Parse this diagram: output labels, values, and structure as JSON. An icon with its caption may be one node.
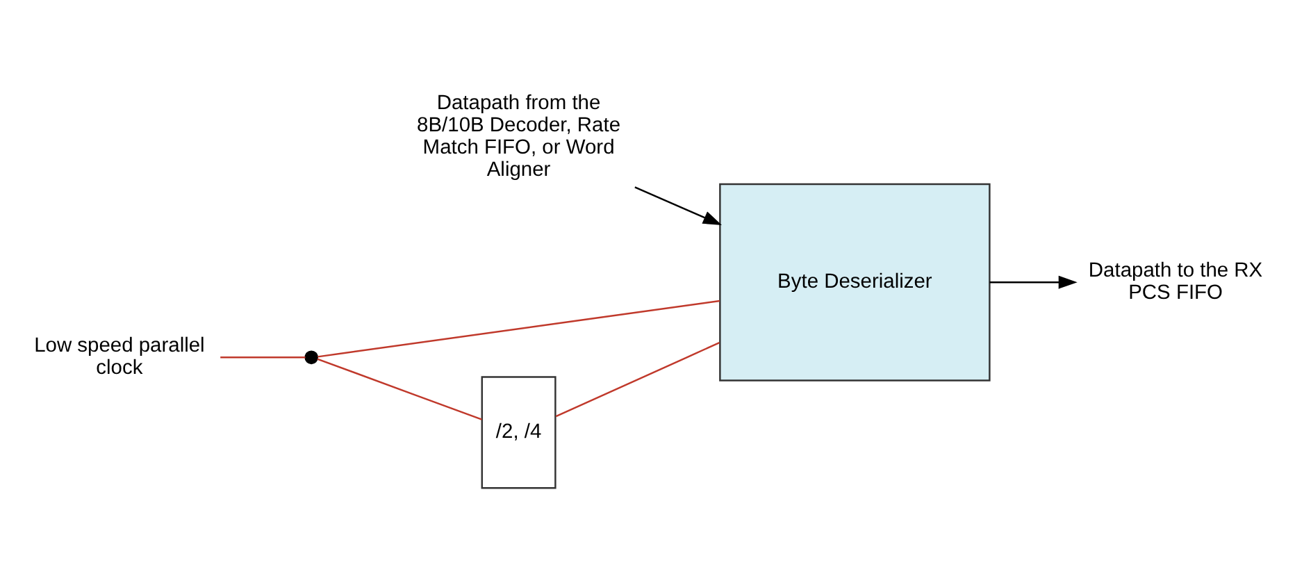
{
  "diagram": {
    "nodes": [
      {
        "text": [
          "Datapath from the 8B/10B Decoder, Rate Match FIFO, or Word Aligner"
        ]
      },
      {
        "text": [
          "Byte Deserializer"
        ]
      },
      {
        "text": [
          "Datapath to the RX PCS FIFO"
        ]
      },
      {
        "text": [
          "Low speed parallel clock"
        ]
      },
      {
        "text": [],
        "shape": "circle"
      },
      {
        "text": [
          "/2, /4"
        ]
      }
    ],
    "edges": [
      {
        "from": 0,
        "to": 1,
        "arrow": "to",
        "color": "#000000"
      },
      {
        "from": 1,
        "to": 2,
        "arrow": "to",
        "color": "#000000"
      },
      {
        "from": 3,
        "to": 4,
        "arrow": "none",
        "color": "#c0392b"
      },
      {
        "from": 4,
        "to": 1,
        "arrow": "none",
        "color": "#c0392b"
      },
      {
        "from": 4,
        "to": 5,
        "arrow": "none",
        "color": "#c0392b"
      },
      {
        "from": 5,
        "to": 1,
        "arrow": "none",
        "color": "#c0392b"
      }
    ]
  }
}
